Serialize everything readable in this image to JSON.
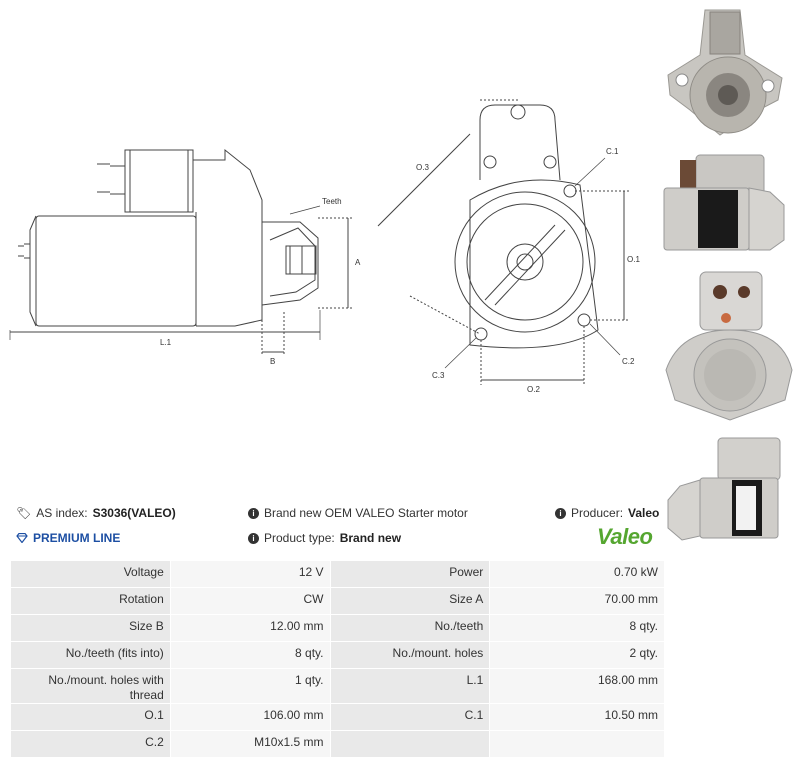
{
  "drawing": {
    "labels": {
      "teeth": "Teeth",
      "a": "A",
      "l1": "L.1",
      "b": "B",
      "o3": "O.3",
      "c1": "C.1",
      "o1": "O.1",
      "c2": "C.2",
      "c3": "C.3",
      "o2": "O.2"
    }
  },
  "info": {
    "as_index_label": "AS index:",
    "as_index_value": "S3036(VALEO)",
    "premium_line": "PREMIUM LINE",
    "description": "Brand new OEM VALEO Starter motor",
    "product_type_label": "Product type:",
    "product_type_value": "Brand new",
    "producer_label": "Producer:",
    "producer_value": "Valeo",
    "logo_text": "Valeo"
  },
  "specs": {
    "rows": [
      [
        {
          "label": "Voltage",
          "value": "12 V"
        },
        {
          "label": "Power",
          "value": "0.70 kW"
        }
      ],
      [
        {
          "label": "Rotation",
          "value": "CW"
        },
        {
          "label": "Size A",
          "value": "70.00 mm"
        }
      ],
      [
        {
          "label": "Size B",
          "value": "12.00 mm"
        },
        {
          "label": "No./teeth",
          "value": "8 qty."
        }
      ],
      [
        {
          "label": "No./teeth (fits into)",
          "value": "8 qty."
        },
        {
          "label": "No./mount. holes",
          "value": "2 qty."
        }
      ],
      [
        {
          "label": "No./mount. holes with thread",
          "value": "1 qty."
        },
        {
          "label": "L.1",
          "value": "168.00 mm"
        }
      ],
      [
        {
          "label": "O.1",
          "value": "106.00 mm"
        },
        {
          "label": "C.1",
          "value": "10.50 mm"
        }
      ],
      [
        {
          "label": "C.2",
          "value": "M10x1.5 mm"
        },
        {
          "label": "",
          "value": ""
        }
      ]
    ]
  },
  "colors": {
    "premium": "#1d4fa3",
    "logo_green": "#55a630",
    "label_cell": "#e9e9e9",
    "value_cell": "#f6f6f6"
  }
}
